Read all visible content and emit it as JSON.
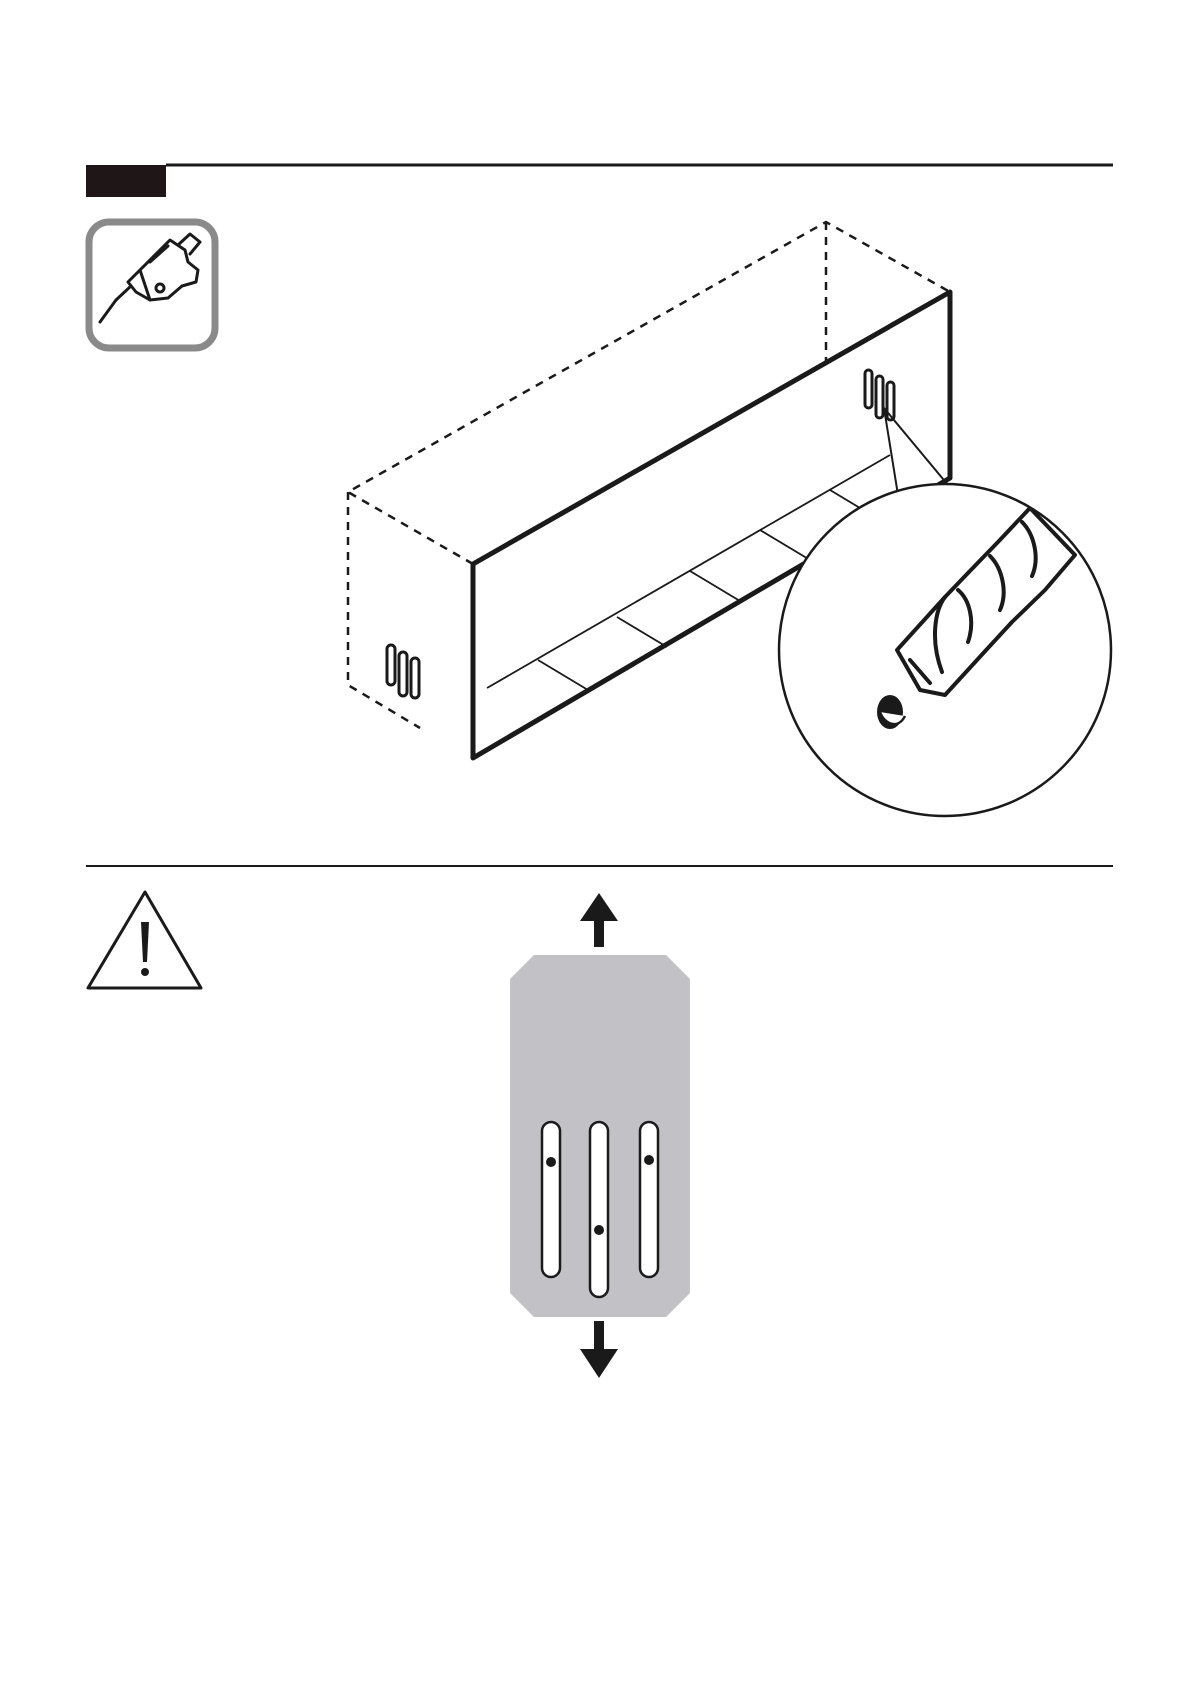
{
  "step": {
    "number_badge": {
      "label": ""
    },
    "tool_icon": "drill-icon",
    "warning_icon": "warning-icon"
  },
  "illustration": {
    "cabinet": "wall-cabinet-mounting-rail",
    "detail": "drill-bit-closeup-circle",
    "bracket": "adjustable-slotted-bracket",
    "arrows": [
      "up-arrow",
      "down-arrow"
    ]
  },
  "colors": {
    "ink": "#1a1a1a",
    "badge": "#1f1717",
    "icon_frame": "#8a8a8a",
    "bracket_fill": "#c2c2c6",
    "background": "#ffffff"
  }
}
